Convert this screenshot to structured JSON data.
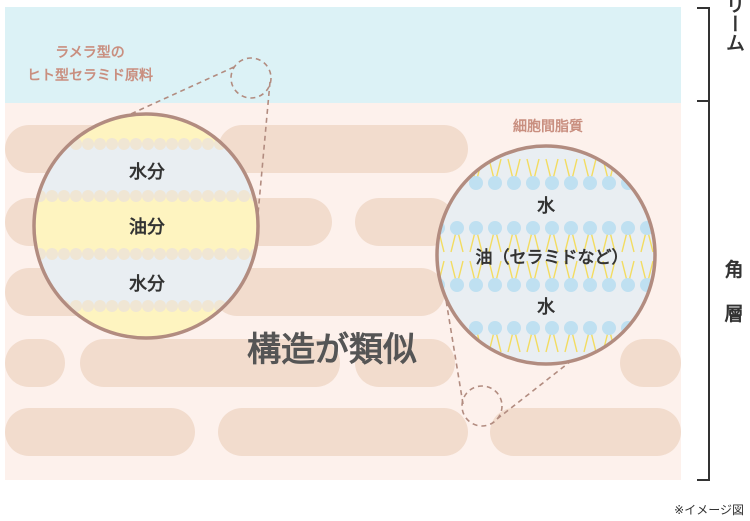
{
  "diagram": {
    "cream_label": "クリーム",
    "skin_label_1": "角",
    "skin_label_2": "層",
    "material_label_line1": "ラメラ型の",
    "material_label_line2": "ヒト型セラミド原料",
    "intercellular_label": "細胞間脂質",
    "left_circle": {
      "top": "水分",
      "middle": "油分",
      "bottom": "水分"
    },
    "right_circle": {
      "top": "水",
      "middle": "油（セラミドなど）",
      "bottom": "水"
    },
    "center_text": "構造が類似",
    "note": "※イメージ図"
  },
  "colors": {
    "cream_band": "#dcf2f6",
    "skin_bg": "#fdf1ec",
    "cell": "#f2dccd",
    "outline": "#b28c80",
    "oil": "#fef4c0",
    "water": "#e9eef2",
    "dot_left": "#f0e6d4",
    "dot_right": "#bfe0f1",
    "tail": "#f3dc60",
    "label_pink": "#c98f80",
    "text_dark": "#333333"
  }
}
